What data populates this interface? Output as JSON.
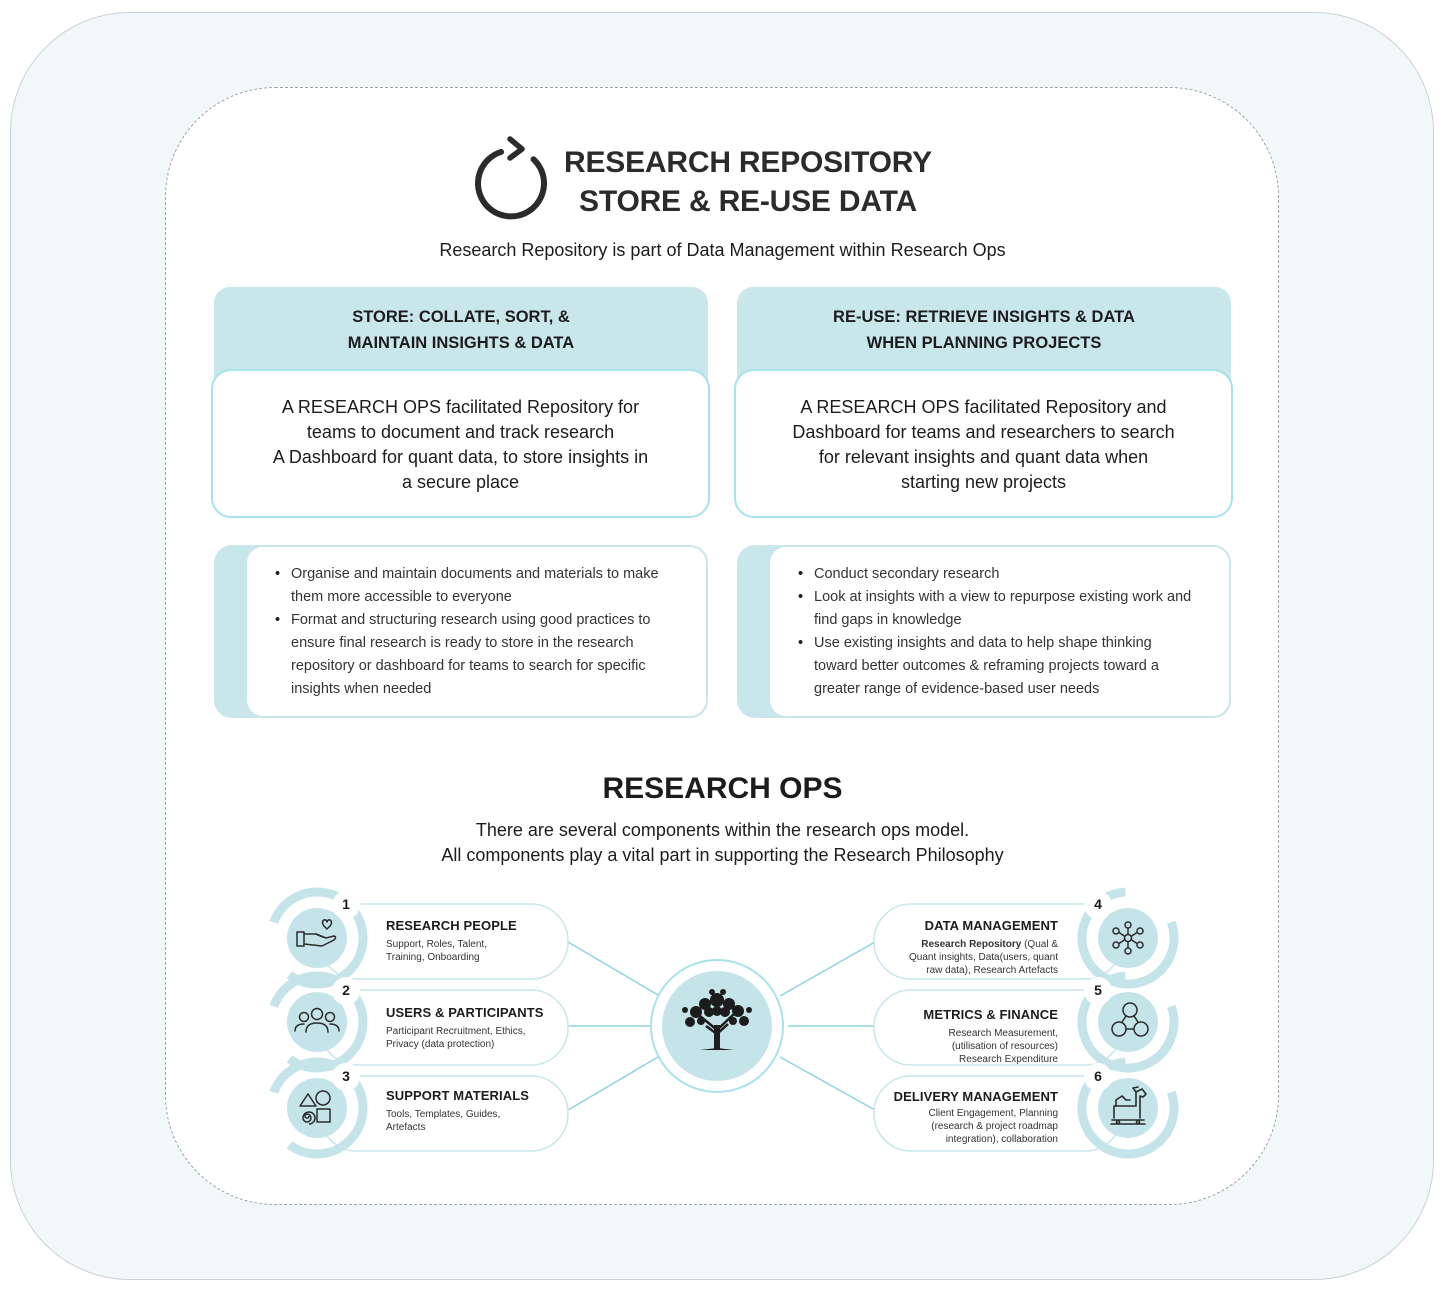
{
  "header": {
    "title_line1": "RESEARCH REPOSITORY",
    "title_line2": "STORE & RE-USE DATA",
    "subtitle": "Research Repository is part of Data Management within Research Ops"
  },
  "columns": [
    {
      "heading_line1": "STORE: COLLATE, SORT, &",
      "heading_line2": "MAINTAIN INSIGHTS & DATA",
      "desc_lines": [
        "A RESEARCH OPS facilitated Repository for",
        "teams to document and track research",
        "A Dashboard for quant data, to store insights in",
        "a secure place"
      ],
      "bullets": [
        [
          "Organise and maintain documents and materials to make",
          "them more accessible to everyone"
        ],
        [
          "Format and structuring research using good practices to",
          "ensure final research is ready to store in the research",
          "repository or dashboard for teams to search for specific",
          "insights when needed"
        ]
      ]
    },
    {
      "heading_line1": "RE-USE: RETRIEVE INSIGHTS & DATA",
      "heading_line2": "WHEN PLANNING PROJECTS",
      "desc_lines": [
        "A RESEARCH OPS facilitated Repository and",
        "Dashboard for teams and researchers to search",
        "for relevant insights and quant data when",
        "starting new projects"
      ],
      "bullets": [
        [
          "Conduct secondary research"
        ],
        [
          "Look at insights with a view to repurpose existing work and",
          "find gaps in knowledge"
        ],
        [
          "Use existing insights and data to help shape thinking",
          "toward better outcomes & reframing projects toward a",
          "greater range of evidence-based user needs"
        ]
      ]
    }
  ],
  "ops": {
    "title": "RESEARCH OPS",
    "sub_line1": "There are several components within the research ops model.",
    "sub_line2": "All components play a vital part in supporting the Research Philosophy",
    "components": [
      {
        "num": "1",
        "title": "RESEARCH PEOPLE",
        "desc": [
          "Support, Roles, Talent,",
          "Training, Onboarding"
        ],
        "icon": "hand-heart-icon"
      },
      {
        "num": "2",
        "title": "USERS & PARTICIPANTS",
        "desc": [
          "Participant Recruitment, Ethics,",
          "Privacy (data protection)"
        ],
        "icon": "people-group-icon"
      },
      {
        "num": "3",
        "title": "SUPPORT MATERIALS",
        "desc": [
          "Tools, Templates, Guides,",
          "Artefacts"
        ],
        "icon": "shapes-icon"
      },
      {
        "num": "4",
        "title": "DATA MANAGEMENT",
        "desc_bold": "Research Repository",
        "desc": [
          " (Qual &",
          "Quant insights, Data(users, quant",
          "raw data), Research Artefacts"
        ],
        "icon": "network-nodes-icon"
      },
      {
        "num": "5",
        "title": "METRICS & FINANCE",
        "desc": [
          "Research Measurement,",
          "(utilisation of resources)",
          "Research Expenditure"
        ],
        "icon": "connected-circles-icon"
      },
      {
        "num": "6",
        "title": "DELIVERY MANAGEMENT",
        "desc": [
          "Client Engagement, Planning",
          "(research & project roadmap",
          "integration), collaboration"
        ],
        "icon": "trojan-horse-icon"
      }
    ],
    "center_icon": "tree-icon"
  },
  "colors": {
    "accent_light": "#c9e6eb",
    "accent_border": "#a8e2ec",
    "circle_fill": "#c5e4ea",
    "line": "#8fd3de"
  }
}
